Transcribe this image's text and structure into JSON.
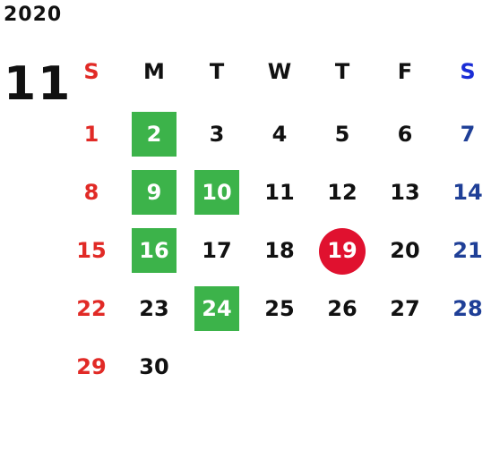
{
  "calendar": {
    "year": "2020",
    "month": "11",
    "weekdays": [
      "S",
      "M",
      "T",
      "W",
      "T",
      "F",
      "S"
    ],
    "weeks": [
      [
        "",
        "",
        "",
        "",
        "",
        "",
        ""
      ],
      [
        "1",
        "2",
        "3",
        "4",
        "5",
        "6",
        "7"
      ],
      [
        "8",
        "9",
        "10",
        "11",
        "12",
        "13",
        "14"
      ],
      [
        "15",
        "16",
        "17",
        "18",
        "19",
        "20",
        "21"
      ],
      [
        "22",
        "23",
        "24",
        "25",
        "26",
        "27",
        "28"
      ],
      [
        "29",
        "30",
        "",
        "",
        "",
        "",
        ""
      ]
    ],
    "highlighted_days": [
      "2",
      "9",
      "10",
      "16",
      "24"
    ],
    "today": "19"
  },
  "colors": {
    "highlight": "#3cb34a",
    "today": "#e0112f",
    "sunday": "#e12a26",
    "saturday": "#1f3f97",
    "text": "#111111"
  }
}
